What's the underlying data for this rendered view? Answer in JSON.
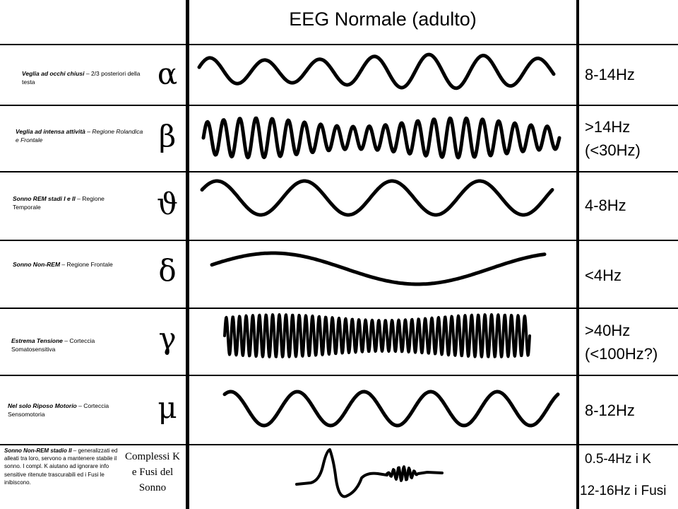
{
  "title": "EEG Normale (adulto)",
  "rows": [
    {
      "symbol": "α",
      "desc_bold": "Veglia ad occhi chiusi",
      "desc_rest": " – 2/3 posteriori della testa",
      "rest_italic": false,
      "freq": [
        "8-14Hz"
      ]
    },
    {
      "symbol": "β",
      "desc_bold": "Veglia ad intensa attività",
      "desc_rest": " – Regione Rolandica e Frontale",
      "rest_italic": true,
      "freq": [
        ">14Hz",
        "(<30Hz)"
      ]
    },
    {
      "symbol": "ϑ",
      "desc_bold": "Sonno REM stadi I e II",
      "desc_rest": " – Regione Temporale",
      "rest_italic": false,
      "freq": [
        "4-8Hz"
      ]
    },
    {
      "symbol": "δ",
      "desc_bold": "Sonno Non-REM",
      "desc_rest": " – Regione Frontale",
      "rest_italic": false,
      "freq": [
        "<4Hz"
      ]
    },
    {
      "symbol": "γ",
      "desc_bold": "Estrema Tensione",
      "desc_rest": " – Corteccia Somatosensitiva",
      "rest_italic": false,
      "freq": [
        ">40Hz",
        "(<100Hz?)"
      ]
    },
    {
      "symbol": "μ",
      "desc_bold": "Nel solo Riposo Motorio",
      "desc_rest": " – Corteccia Sensomotoria",
      "rest_italic": false,
      "freq": [
        "8-12Hz"
      ]
    }
  ],
  "last_row": {
    "desc_bold": "Sonno Non-REM stadio II",
    "desc_rest": " – generalizzati ed alleati tra loro, servono a mantenere stabile il sonno. I compl. K aiutano ad ignorare info sensitive ritenute trascurabili ed i Fusi le inibiscono.",
    "label_lines": [
      "Complessi K",
      "e Fusi del",
      "Sonno"
    ],
    "freq_k": "0.5-4Hz i K",
    "freq_fusi": "12-16Hz i Fusi"
  }
}
